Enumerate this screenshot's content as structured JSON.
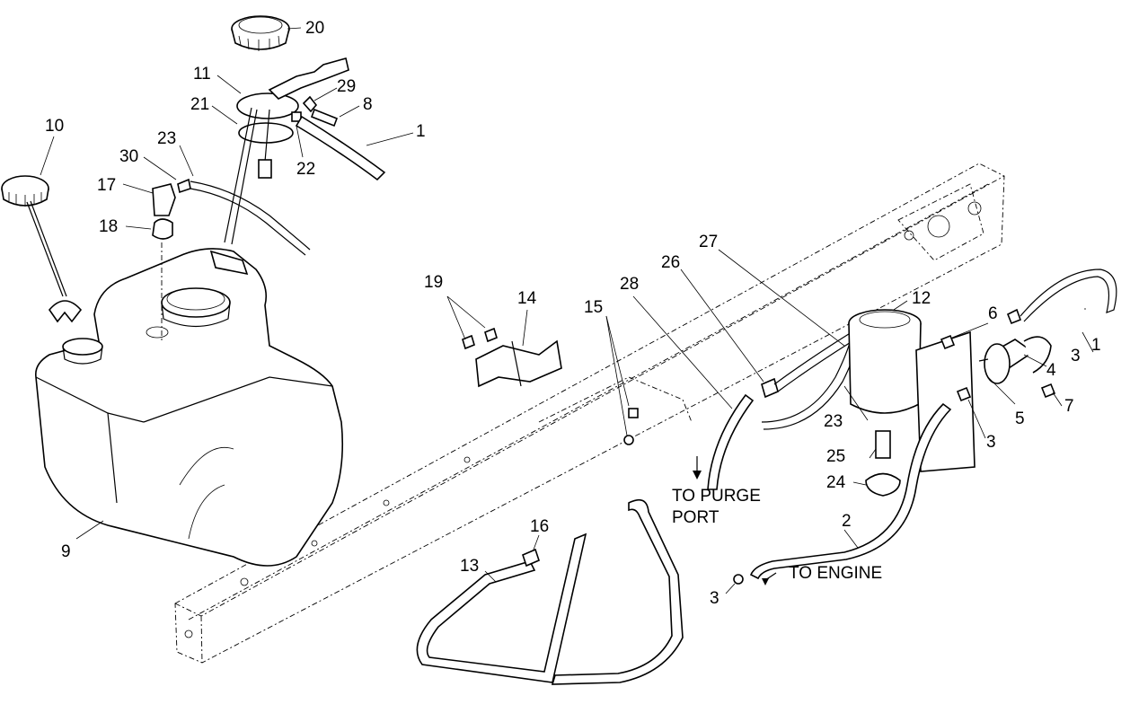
{
  "callouts": {
    "c1a": "1",
    "c1b": "1",
    "c2": "2",
    "c3a": "3",
    "c3b": "3",
    "c3c": "3",
    "c4": "4",
    "c5": "5",
    "c6": "6",
    "c7": "7",
    "c8": "8",
    "c9": "9",
    "c10": "10",
    "c11": "11",
    "c12": "12",
    "c13": "13",
    "c14": "14",
    "c15": "15",
    "c16": "16",
    "c17": "17",
    "c18": "18",
    "c19": "19",
    "c20": "20",
    "c21": "21",
    "c22": "22",
    "c23a": "23",
    "c23b": "23",
    "c24": "24",
    "c25": "25",
    "c26": "26",
    "c27": "27",
    "c28": "28",
    "c29": "29",
    "c30": "30"
  },
  "notes": {
    "purge_line1": "TO PURGE",
    "purge_line2": "PORT",
    "engine": "TO ENGINE"
  }
}
